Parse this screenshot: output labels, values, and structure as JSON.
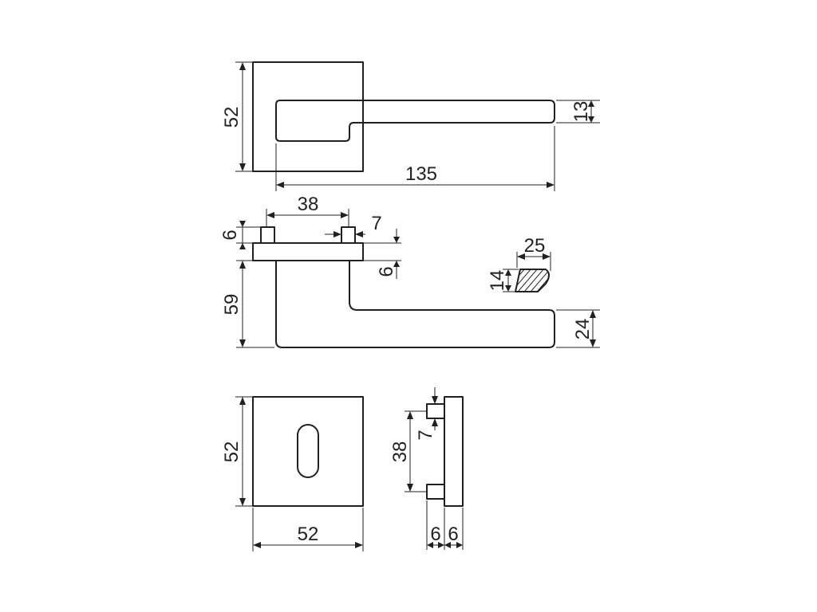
{
  "views": {
    "top_view": {
      "rose_height": "52",
      "lever_thickness": "13",
      "lever_length": "135"
    },
    "side_view": {
      "spindle_spacing": "38",
      "spindle_width": "7",
      "spindle_height": "6",
      "rose_thickness": "6",
      "lever_projection": "59",
      "lever_grip_height": "24"
    },
    "cross_section": {
      "width": "25",
      "height": "14"
    },
    "escutcheon_front": {
      "height": "52",
      "width": "52"
    },
    "escutcheon_side": {
      "pin_spacing": "38",
      "pin_width": "7",
      "pin_length": "6",
      "plate_thickness": "6"
    }
  },
  "colors": {
    "line": "#231f20",
    "background": "#ffffff"
  }
}
